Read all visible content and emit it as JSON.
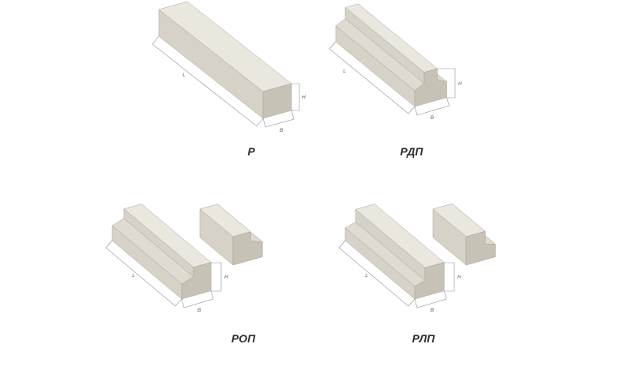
{
  "page": {
    "background": "#ffffff"
  },
  "colors": {
    "face_top": "#eae7de",
    "face_slope": "#dfdbd1",
    "face_side": "#d6d2c7",
    "face_side_dark": "#bfbbaf",
    "face_end": "#c6c2b6",
    "dim_line": "#8f8f8f",
    "dim_text": "#5a5a5a",
    "caption_text": "#2e2e2e"
  },
  "figures": [
    {
      "caption": "Р",
      "dims": {
        "length": "L",
        "height": "H",
        "width": "B"
      }
    },
    {
      "caption": "РДП",
      "dims": {
        "length": "L",
        "height": "H",
        "width": "B"
      }
    },
    {
      "caption": "РОП",
      "dims": {
        "length": "L",
        "height": "H",
        "width": "B"
      }
    },
    {
      "caption": "РЛП",
      "dims": {
        "length": "L",
        "height": "H",
        "width": "B"
      }
    }
  ]
}
